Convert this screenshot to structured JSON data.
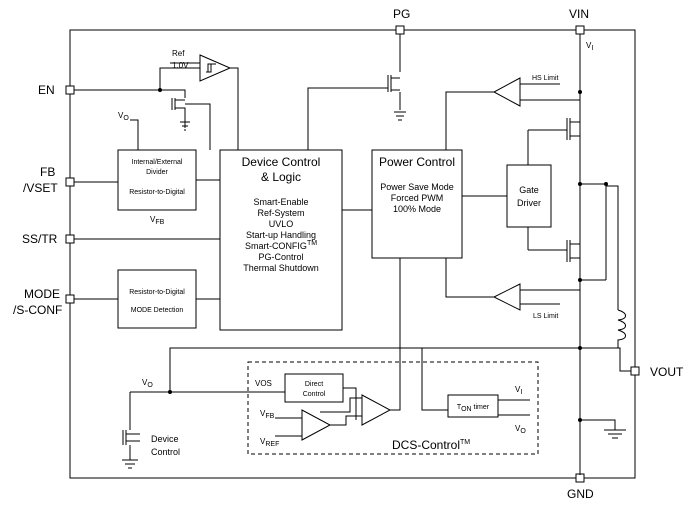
{
  "pins": {
    "en": "EN",
    "fb": "FB",
    "vset": "/VSET",
    "sstr": "SS/TR",
    "mode": "MODE",
    "sconf": "/S-CONF",
    "pg": "PG",
    "vin": "VIN",
    "vout": "VOUT",
    "gnd": "GND"
  },
  "ref": {
    "label": "Ref",
    "value": "1.0V"
  },
  "divider": {
    "vo": "V",
    "vo_sub": "O",
    "title_line1": "Internal/External",
    "title_line2": "Divider",
    "line3": "Resistor-to-Digital",
    "vfb": "V",
    "vfb_sub": "FB"
  },
  "mode_block": {
    "line1": "Resistor-to-Digital",
    "line2": "MODE Detection"
  },
  "device_control": {
    "title1": "Device Control",
    "title2": "& Logic",
    "items": [
      "Smart-Enable",
      "Ref-System",
      "UVLO",
      "Start-up Handling",
      "Smart-CONFIG",
      "PG-Control",
      "Thermal Shutdown"
    ],
    "tm": "TM"
  },
  "power_control": {
    "title": "Power Control",
    "items": [
      "Power Save Mode",
      "Forced PWM",
      "100% Mode"
    ]
  },
  "gate_driver": {
    "line1": "Gate",
    "line2": "Driver"
  },
  "limits": {
    "hs": "HS Limit",
    "ls": "LS Limit"
  },
  "vi": {
    "main": "V",
    "sub": "I"
  },
  "dcs": {
    "vo": "V",
    "vo_sub": "O",
    "vos": "VOS",
    "direct1": "Direct",
    "direct2": "Control",
    "vfb": "V",
    "vfb_sub": "FB",
    "vref": "V",
    "vref_sub": "REF",
    "ton1": "T",
    "ton_sub": "ON",
    "ton2": " timer",
    "vi_main": "V",
    "vi_sub": "I",
    "vo2_main": "V",
    "vo2_sub": "O",
    "label": "DCS-Control",
    "tm": "TM",
    "device1": "Device",
    "device2": "Control"
  }
}
